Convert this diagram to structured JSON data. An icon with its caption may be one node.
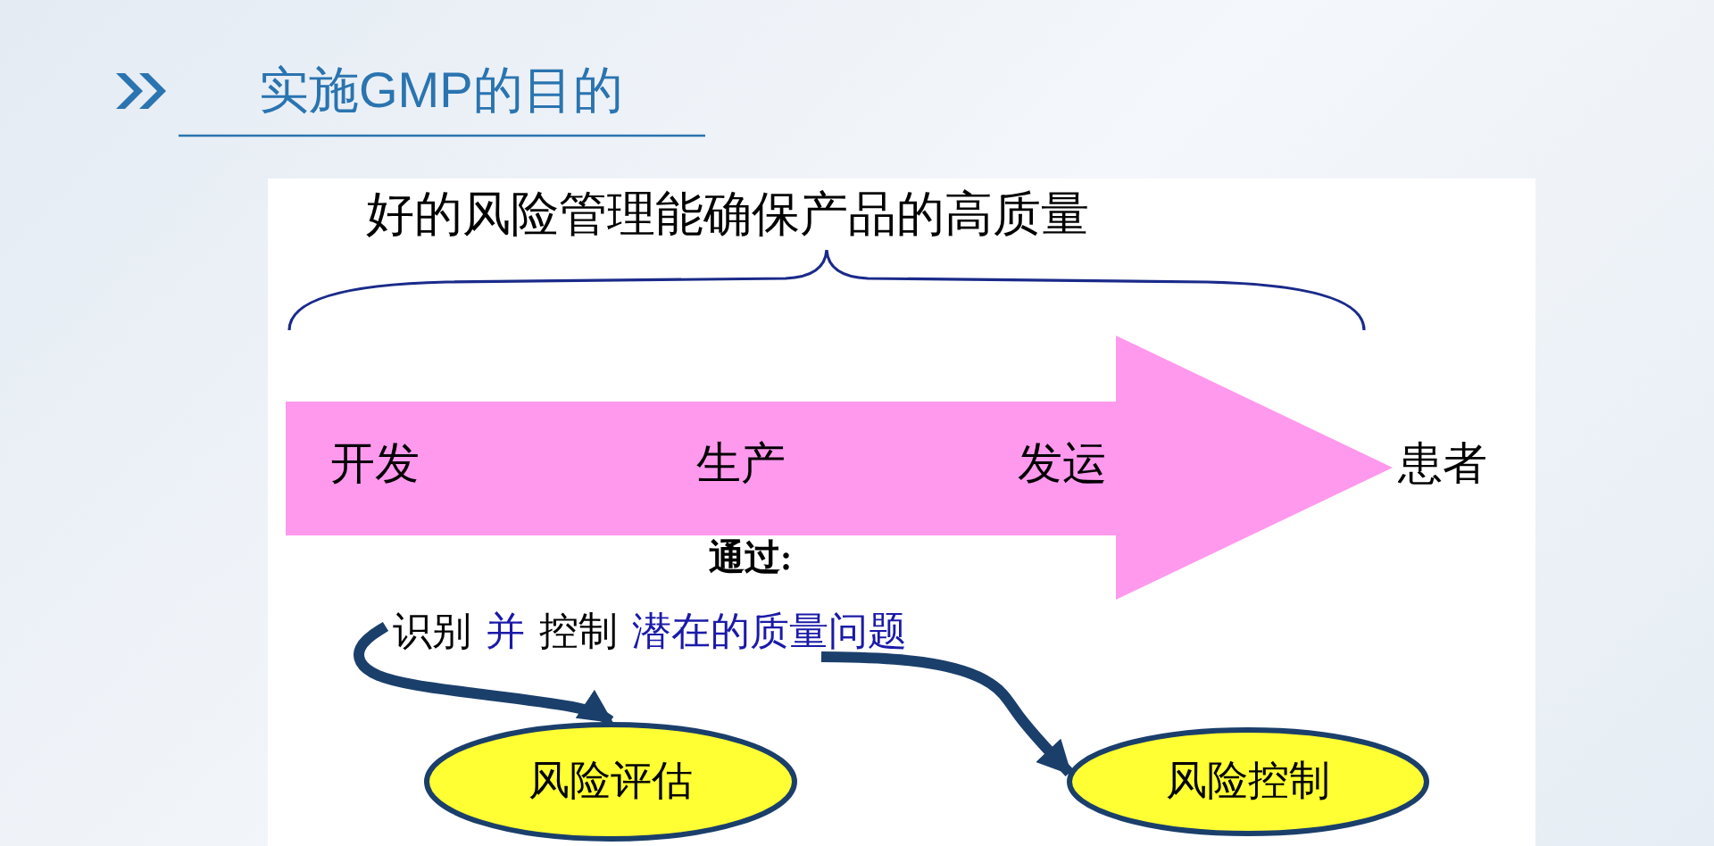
{
  "diagram": {
    "title": "实施GMP的目的",
    "nodes": [
      {
        "text": [
          "开发",
          "生产",
          "发运"
        ],
        "beside": [
          "患者"
        ]
      },
      {
        "text": [
          "识别",
          "并",
          "控制",
          "潜在的质量问题"
        ]
      },
      {
        "text": [
          "风险评估"
        ]
      },
      {
        "text": [
          "风险控制"
        ]
      }
    ],
    "edges": [
      {
        "from": 1,
        "to": 2,
        "arrow": "to"
      },
      {
        "from": 1,
        "to": 3,
        "arrow": "to"
      }
    ],
    "labels": [
      "好的风险管理能确保产品的高质量",
      "通过:"
    ]
  }
}
